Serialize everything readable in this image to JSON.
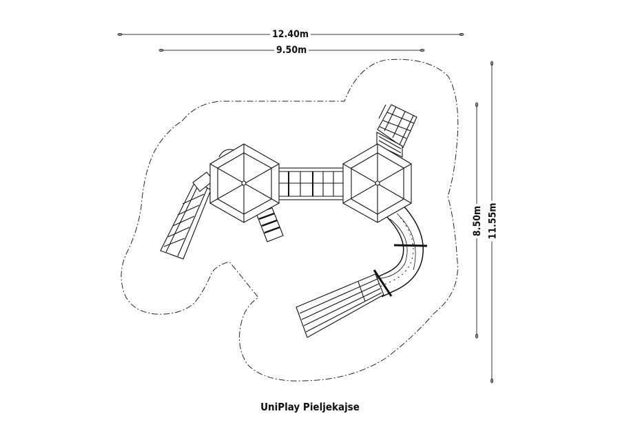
{
  "dimensions": {
    "overall_width": "12.40m",
    "play_width": "9.50m",
    "play_depth": "8.50m",
    "overall_depth": "11.55m"
  },
  "title": "UniPlay Pieljekajse",
  "colors": {
    "line": "#111111",
    "background": "#ffffff"
  }
}
